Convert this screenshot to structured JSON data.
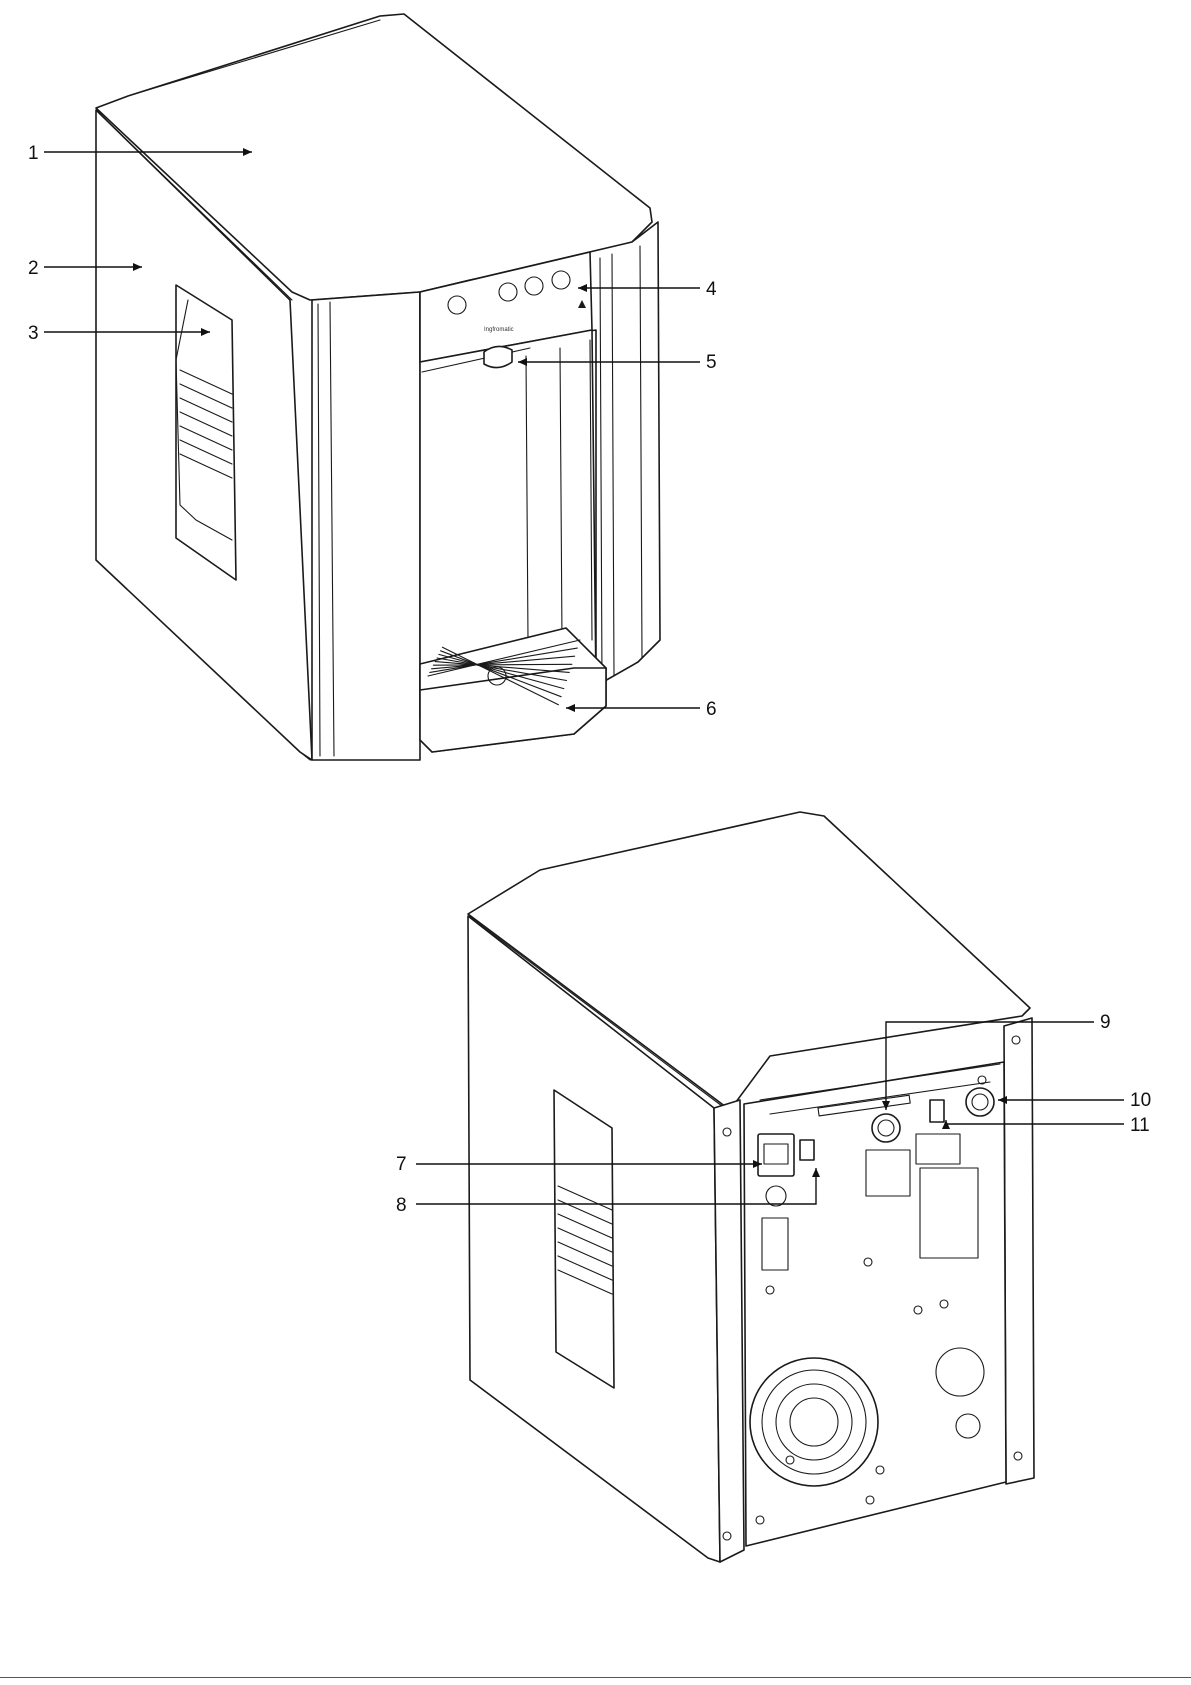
{
  "front_view": {
    "callouts": [
      {
        "label": "1",
        "part": "top-cover"
      },
      {
        "label": "2",
        "part": "side-panel"
      },
      {
        "label": "3",
        "part": "side-vent"
      },
      {
        "label": "4",
        "part": "control-panel"
      },
      {
        "label": "5",
        "part": "dispensing-nozzle"
      },
      {
        "label": "6",
        "part": "drip-tray"
      }
    ],
    "brand_mark": "Ingfromatic"
  },
  "rear_view": {
    "callouts": [
      {
        "label": "7",
        "part": "power-socket"
      },
      {
        "label": "8",
        "part": "power-switch"
      },
      {
        "label": "9",
        "part": "water-inlet"
      },
      {
        "label": "10",
        "part": "water-outlet"
      },
      {
        "label": "11",
        "part": "co2-switch"
      }
    ]
  },
  "colors": {
    "line": "#1a1a1a",
    "background": "#ffffff"
  }
}
